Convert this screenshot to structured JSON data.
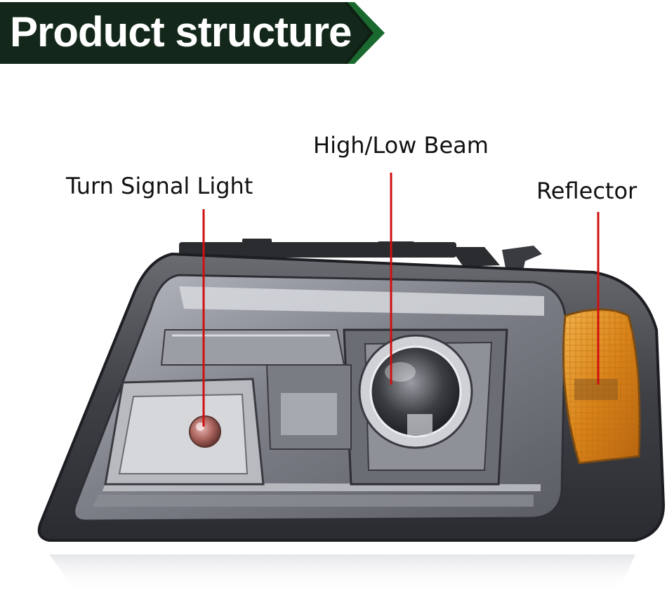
{
  "banner": {
    "title": "Product structure",
    "color_dark": "#0f1f14",
    "color_green": "#1a6a30"
  },
  "callouts": [
    {
      "label": "Turn Signal Light",
      "part": "turn-signal-light"
    },
    {
      "label": "High/Low Beam",
      "part": "high-low-beam"
    },
    {
      "label": "Reflector",
      "part": "reflector"
    }
  ],
  "colors": {
    "leader_line": "#d01010",
    "housing": "#4a4c52",
    "amber": "#e08a1c"
  }
}
